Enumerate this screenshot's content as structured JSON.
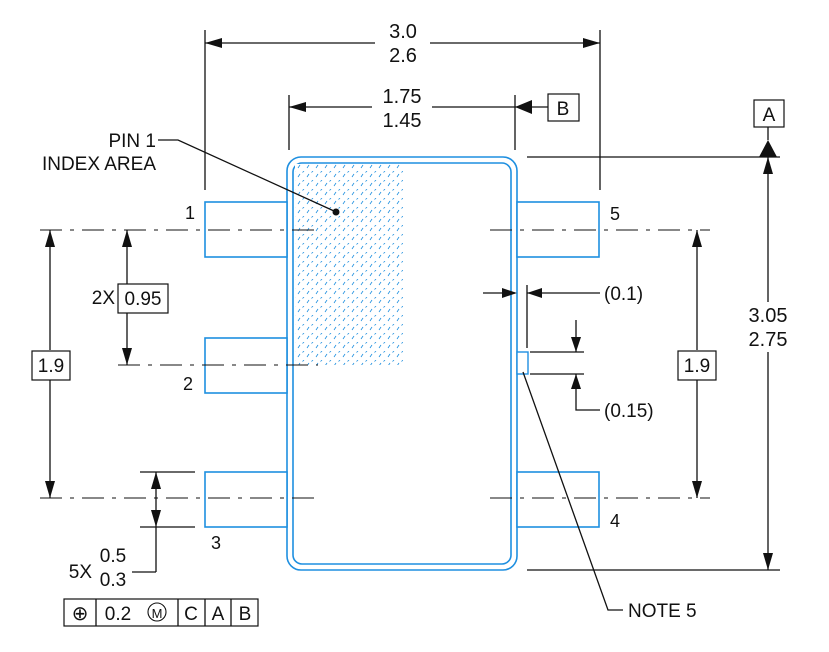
{
  "dims": {
    "width_max": "3.0",
    "width_min": "2.6",
    "body_width_max": "1.75",
    "body_width_min": "1.45",
    "height_max": "3.05",
    "height_min": "2.75",
    "pitch_qty": "2X",
    "pitch": "0.95",
    "row_span_left": "1.9",
    "row_span_right": "1.9",
    "clearance": "(0.1)",
    "mark_size": "(0.15)",
    "lead_qty": "5X",
    "lead_max": "0.5",
    "lead_min": "0.3"
  },
  "datums": {
    "a": "A",
    "b": "B"
  },
  "labels": {
    "pin1_line1": "PIN 1",
    "pin1_line2": "INDEX AREA",
    "note": "NOTE 5"
  },
  "pins": {
    "p1": "1",
    "p2": "2",
    "p3": "3",
    "p4": "4",
    "p5": "5"
  },
  "fcf": {
    "symbol": "⊕",
    "tolerance": "0.2",
    "modifier": "M",
    "ref1": "C",
    "ref2": "A",
    "ref3": "B"
  },
  "colors": {
    "outline": "#1e8fe0",
    "line": "#111111"
  }
}
